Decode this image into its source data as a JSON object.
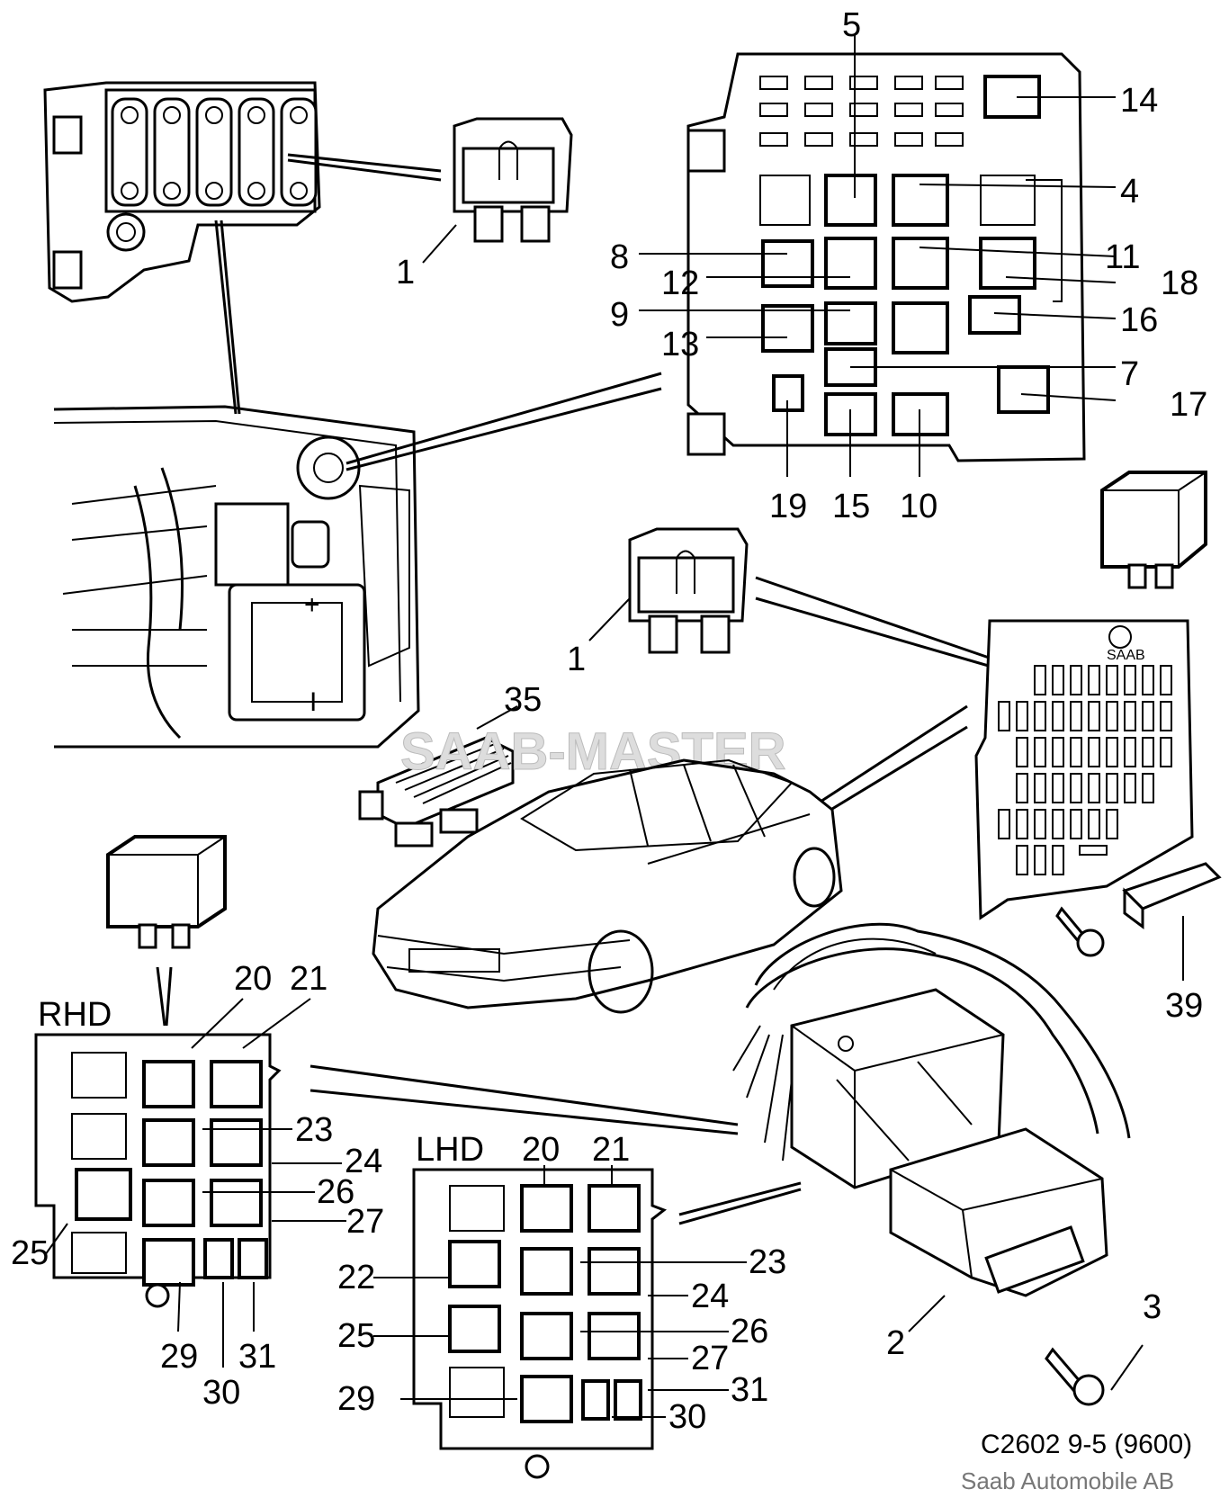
{
  "callouts": {
    "c1a": "1",
    "c1b": "1",
    "c2": "2",
    "c3": "3",
    "c4": "4",
    "c5": "5",
    "c7": "7",
    "c8": "8",
    "c9": "9",
    "c10": "10",
    "c11": "11",
    "c12": "12",
    "c13": "13",
    "c14": "14",
    "c15": "15",
    "c16": "16",
    "c17": "17",
    "c18": "18",
    "c19": "19",
    "c35": "35",
    "c39": "39",
    "rhd": {
      "c20": "20",
      "c21": "21",
      "c23": "23",
      "c24": "24",
      "c25": "25",
      "c26": "26",
      "c27": "27",
      "c29": "29",
      "c30": "30",
      "c31": "31"
    },
    "lhd": {
      "c20": "20",
      "c21": "21",
      "c22": "22",
      "c23": "23",
      "c24": "24",
      "c25": "25",
      "c26": "26",
      "c27": "27",
      "c29": "29",
      "c30": "30",
      "c31": "31"
    }
  },
  "box_labels": {
    "rhd": "RHD",
    "lhd": "LHD",
    "fuse_panel_brand": "SAAB"
  },
  "watermark": "SAAB-MASTER",
  "figure_code": "C2602 9-5 (9600)",
  "credit": "Saab Automobile AB",
  "battery_marks": {
    "plus": "+",
    "minus": "I"
  }
}
